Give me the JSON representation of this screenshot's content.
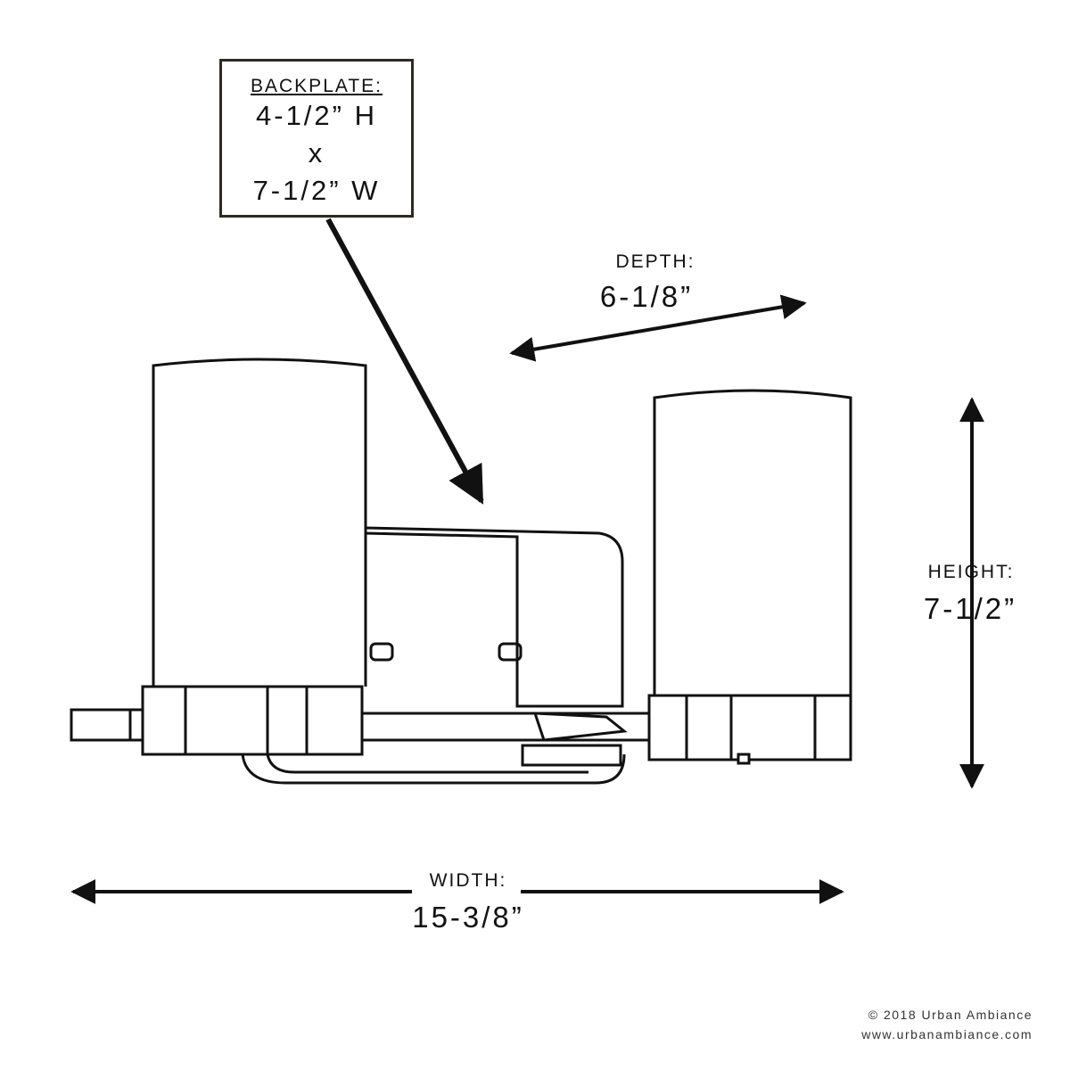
{
  "backplate": {
    "label": "BACKPLATE:",
    "height": "4-1/2” H",
    "separator": "x",
    "width": "7-1/2” W"
  },
  "depth": {
    "label": "DEPTH:",
    "value": "6-1/8”"
  },
  "height": {
    "label": "HEIGHT:",
    "value": "7-1/2”"
  },
  "width": {
    "label": "WIDTH:",
    "value": "15-3/8”"
  },
  "footer": {
    "copyright": "© 2018 Urban Ambiance",
    "website": "www.urbanambiance.com"
  },
  "colors": {
    "ink": "#111111",
    "box_border": "#2c2a20",
    "background": "#ffffff"
  }
}
